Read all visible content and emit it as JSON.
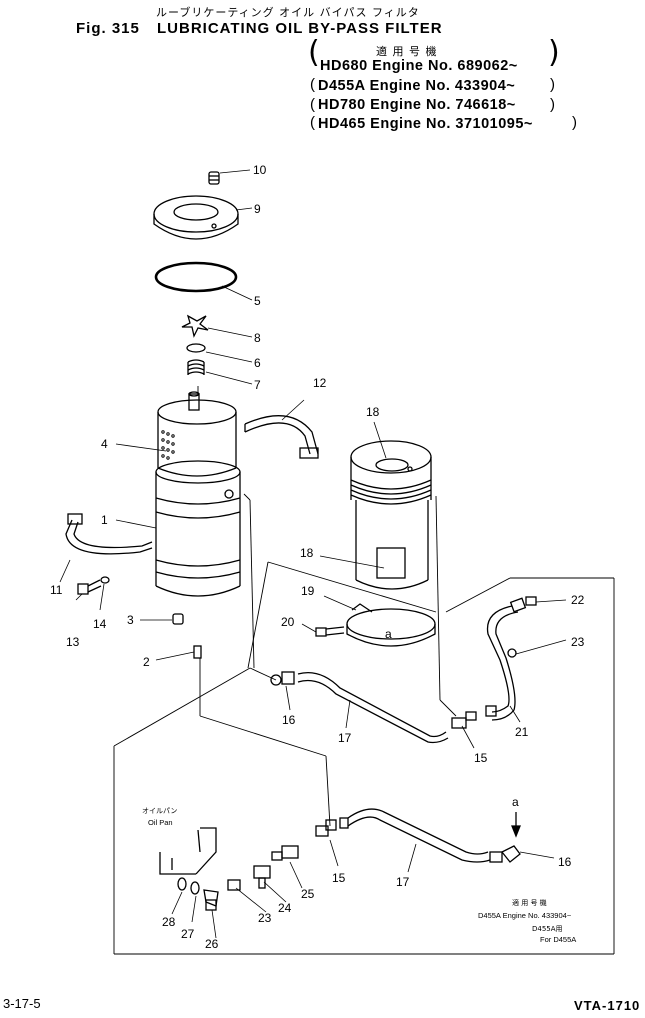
{
  "header": {
    "jp_title": "ルーブリケーティング オイル バイパス フィルタ",
    "fig_number": "Fig. 315",
    "title": "LUBRICATING OIL BY-PASS FILTER",
    "applic_jp": "適 用 号 機",
    "applicability": [
      "HD680 Engine No. 689062~",
      "D455A Engine No. 433904~",
      "HD780 Engine No. 746618~",
      "HD465 Engine No. 37101095~"
    ]
  },
  "callouts": {
    "c1": "1",
    "c2": "2",
    "c3": "3",
    "c4": "4",
    "c5": "5",
    "c6": "6",
    "c7": "7",
    "c8": "8",
    "c9": "9",
    "c10": "10",
    "c11": "11",
    "c12": "12",
    "c13": "13",
    "c14": "14",
    "c15a": "15",
    "c15b": "15",
    "c16a": "16",
    "c16b": "16",
    "c17a": "17",
    "c17b": "17",
    "c18a": "18",
    "c18b": "18",
    "c19": "19",
    "c20": "20",
    "c21": "21",
    "c22": "22",
    "c23": "23",
    "c23b": "23",
    "c24": "24",
    "c25": "25",
    "c26": "26",
    "c27": "27",
    "c28": "28",
    "a1": "a",
    "a2": "a"
  },
  "oil_pan": {
    "jp": "オイルパン",
    "en": "Oil Pan"
  },
  "note": {
    "applic_jp": "適 用 号 機",
    "engine": "D455A Engine No. 433904~",
    "jp_for": "D455A用",
    "en_for": "For D455A"
  },
  "footer": {
    "page": "3-17-5",
    "code": "VTA-1710"
  }
}
